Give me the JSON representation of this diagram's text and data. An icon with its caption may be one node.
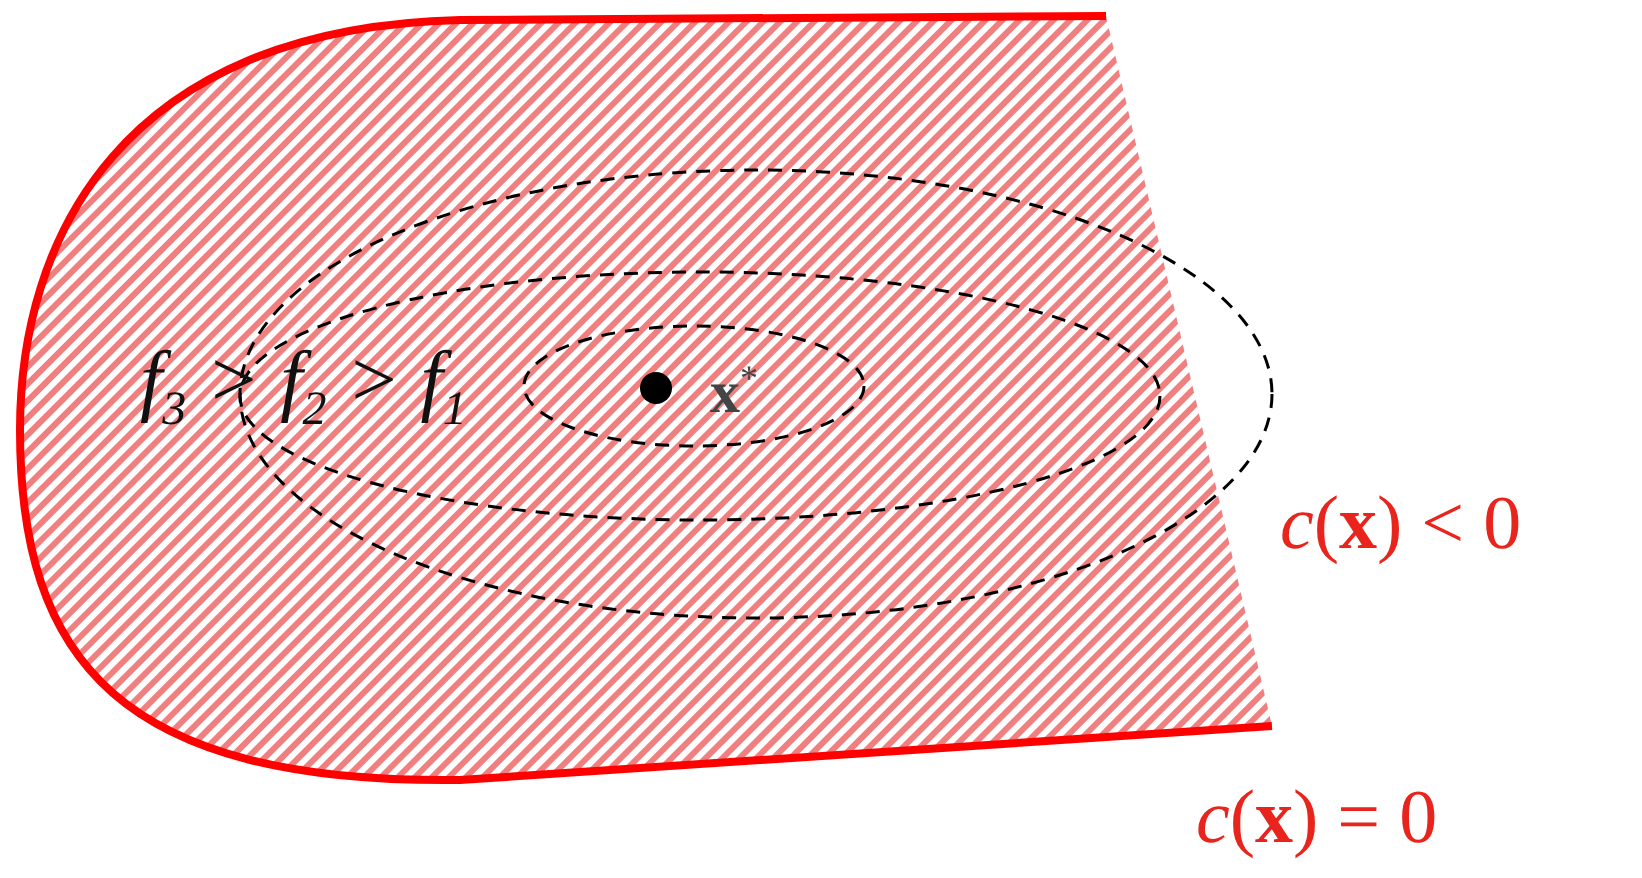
{
  "diagram": {
    "labels": [
      "*f*$_{3}$ > *f*$_{2}$ > *f*$_{1}$",
      "**x**$^{*}$",
      "*c*(**x**) < 0",
      "*c*(**x**) = 0"
    ]
  }
}
